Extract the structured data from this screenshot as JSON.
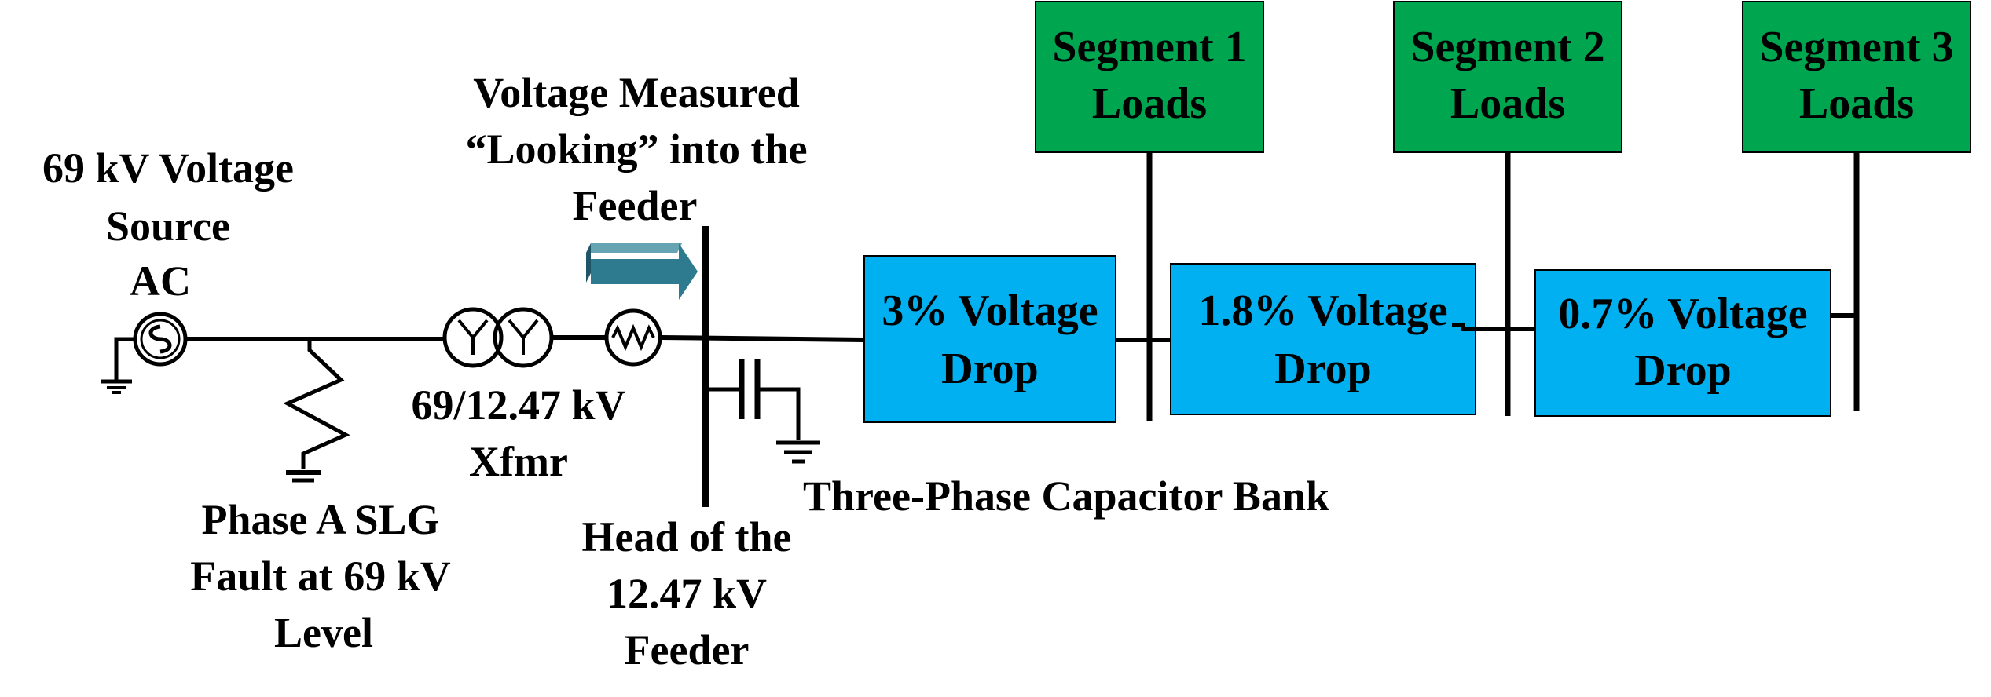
{
  "source": {
    "label_lines": [
      "69 kV Voltage",
      "Source",
      "AC"
    ]
  },
  "fault": {
    "label_lines": [
      "Phase A SLG",
      "Fault at 69 kV",
      "Level"
    ]
  },
  "transformer": {
    "label_lines": [
      "69/12.47 kV",
      "Xfmr"
    ]
  },
  "measurement": {
    "label_lines": [
      "Voltage Measured",
      "“Looking” into the",
      "Feeder"
    ]
  },
  "feeder_head": {
    "label_lines": [
      "Head of the",
      "12.47 kV",
      "Feeder"
    ]
  },
  "capacitor": {
    "label": "Three-Phase Capacitor Bank"
  },
  "drops": [
    {
      "lines": [
        "3% Voltage",
        "Drop"
      ]
    },
    {
      "lines": [
        "1.8% Voltage",
        "Drop"
      ]
    },
    {
      "lines": [
        "0.7% Voltage",
        "Drop"
      ]
    }
  ],
  "loads": [
    {
      "lines": [
        "Segment 1",
        "Loads"
      ]
    },
    {
      "lines": [
        "Segment 2",
        "Loads"
      ]
    },
    {
      "lines": [
        "Segment 3",
        "Loads"
      ]
    }
  ],
  "colors": {
    "load_box": "#00a54f",
    "drop_box": "#00b0f0",
    "arrow_top": "#66a3b3",
    "arrow_front": "#2e7b8f",
    "arrow_side": "#1f5566",
    "line": "#000000"
  }
}
